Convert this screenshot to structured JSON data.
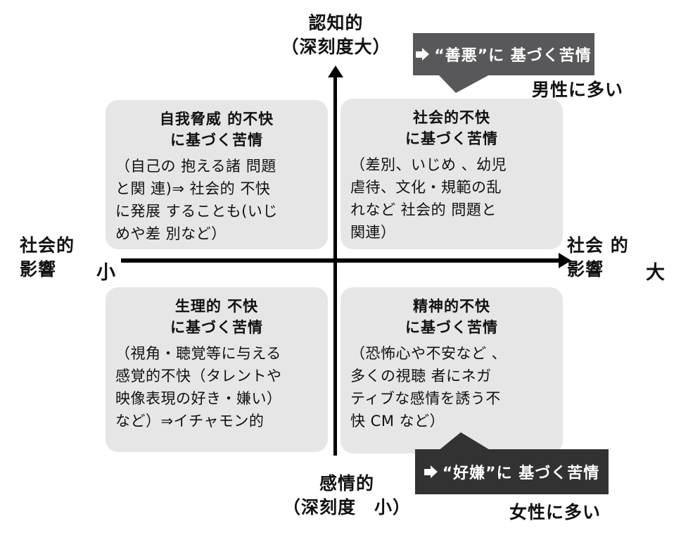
{
  "colors": {
    "quadrant_box_bg": "#e6e6e6",
    "callout_top_bg": "#58585a",
    "callout_bottom_bg": "#323232",
    "axis_color": "#000000",
    "callout_text": "#ffffff"
  },
  "axis": {
    "top_label": "認知的\n（深刻度大）",
    "bottom_label": "感情的\n（深刻度　小）",
    "left_label": "社会的\n影響",
    "left_scale": "小",
    "right_label": "社会 的\n影響",
    "right_scale": "大"
  },
  "quadrants": [
    {
      "id": "top-left",
      "title": "自我脅威 的不快\nに基づく苦情",
      "body": "（自己の 抱える諸 問題\nと関 連)⇒ 社会的 不快\nに発展 することも(いじ\nめや差 別など）"
    },
    {
      "id": "top-right",
      "title": "社会的不快\nに基づく苦情",
      "body": "（差別、いじめ 、幼児\n虐待、文化・規範の乱\nれなど 社会的 問題と\n関連）"
    },
    {
      "id": "bottom-left",
      "title": "生理的 不快\nに基づく苦情",
      "body": "（視角・聴覚等に与える\n感覚的不快（タレントや\n映像表現の好き・嫌い）\nなど）⇒イチャモン的"
    },
    {
      "id": "bottom-right",
      "title": "精神的不快\nに基づく苦情",
      "body": "（恐怖心や不安など 、\n多くの視聴 者にネガ\nティブな感情を誘う不\n快 CM など）"
    }
  ],
  "callouts": {
    "top": {
      "label": "“善悪”に 基づく苦情",
      "annotation": "男性に多い"
    },
    "bottom": {
      "label": "“好嫌”に 基づく苦情",
      "annotation": "女性に多い"
    }
  }
}
